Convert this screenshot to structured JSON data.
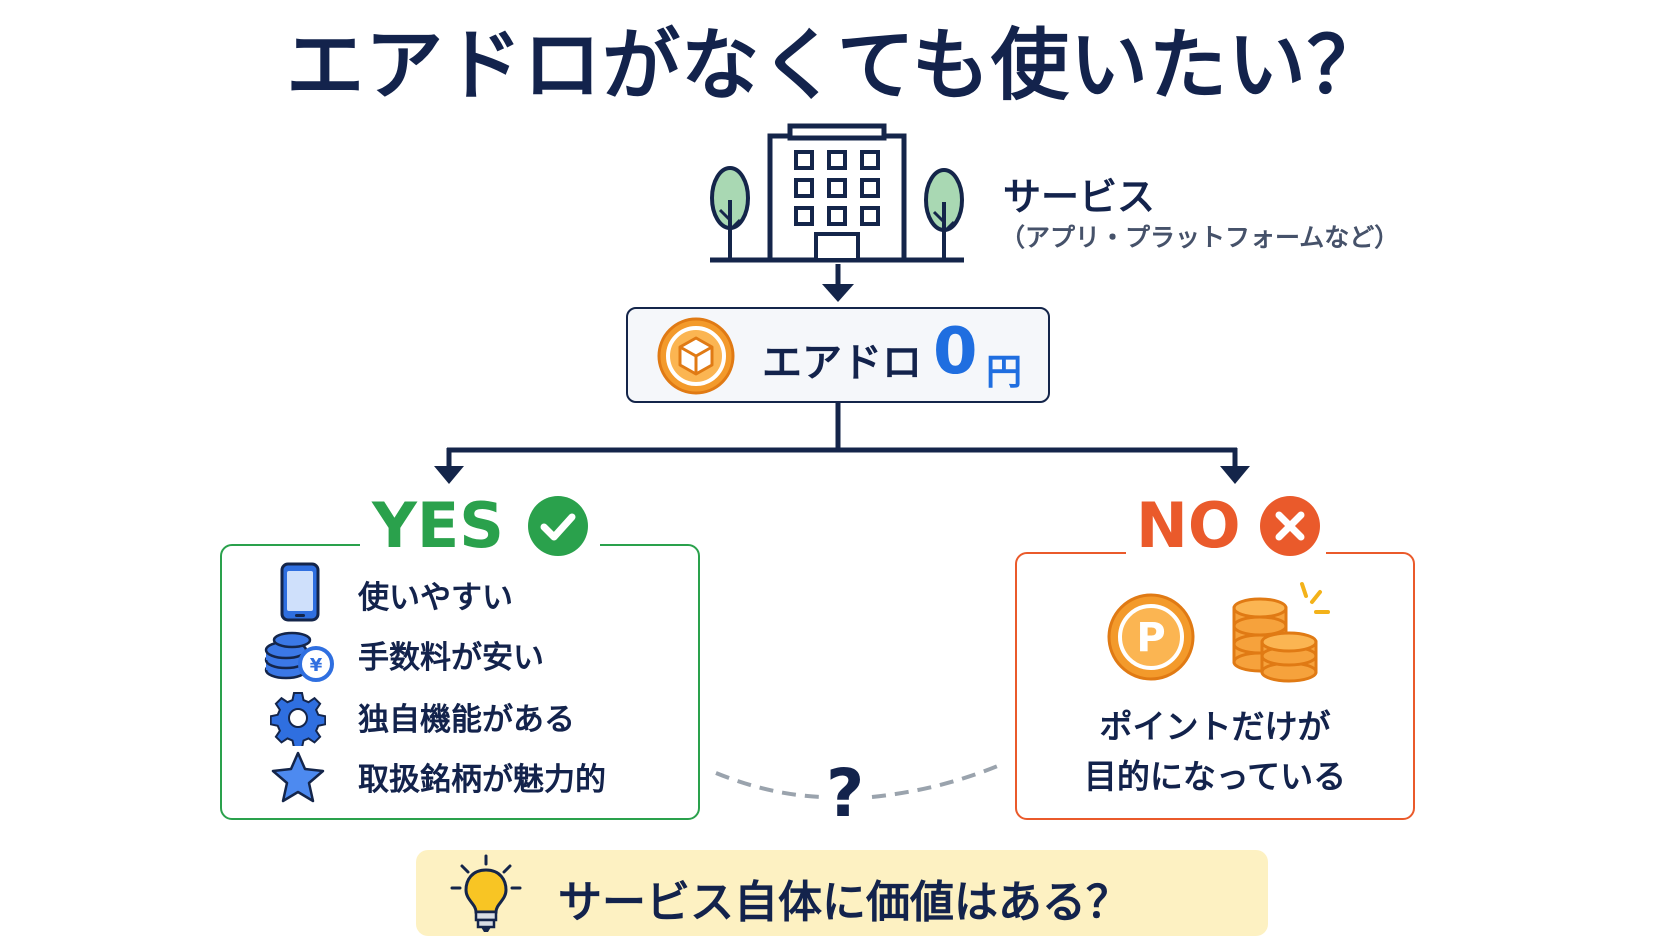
{
  "title": "エアドロがなくても使いたい？",
  "service": {
    "label": "サービス",
    "sublabel": "（アプリ・プラットフォームなど）"
  },
  "airdrop": {
    "label": "エアドロ",
    "amount": "0",
    "unit": "円"
  },
  "yes": {
    "label": "YES",
    "items": [
      {
        "icon": "smartphone-icon",
        "text": "使いやすい"
      },
      {
        "icon": "yen-coins-icon",
        "text": "手数料が安い"
      },
      {
        "icon": "gear-icon",
        "text": "独自機能がある"
      },
      {
        "icon": "star-icon",
        "text": "取扱銘柄が魅力的"
      }
    ]
  },
  "no": {
    "label": "NO",
    "description_line1": "ポイントだけが",
    "description_line2": "目的になっている"
  },
  "question_mark": "?",
  "bottom": {
    "text": "サービス自体に価値はある？"
  },
  "colors": {
    "navy": "#13234c",
    "green": "#2aa14c",
    "orange": "#ea5a2b",
    "blue": "#1f6ee0",
    "coin": "#f39a2b",
    "highlight": "#fdf1c2"
  }
}
